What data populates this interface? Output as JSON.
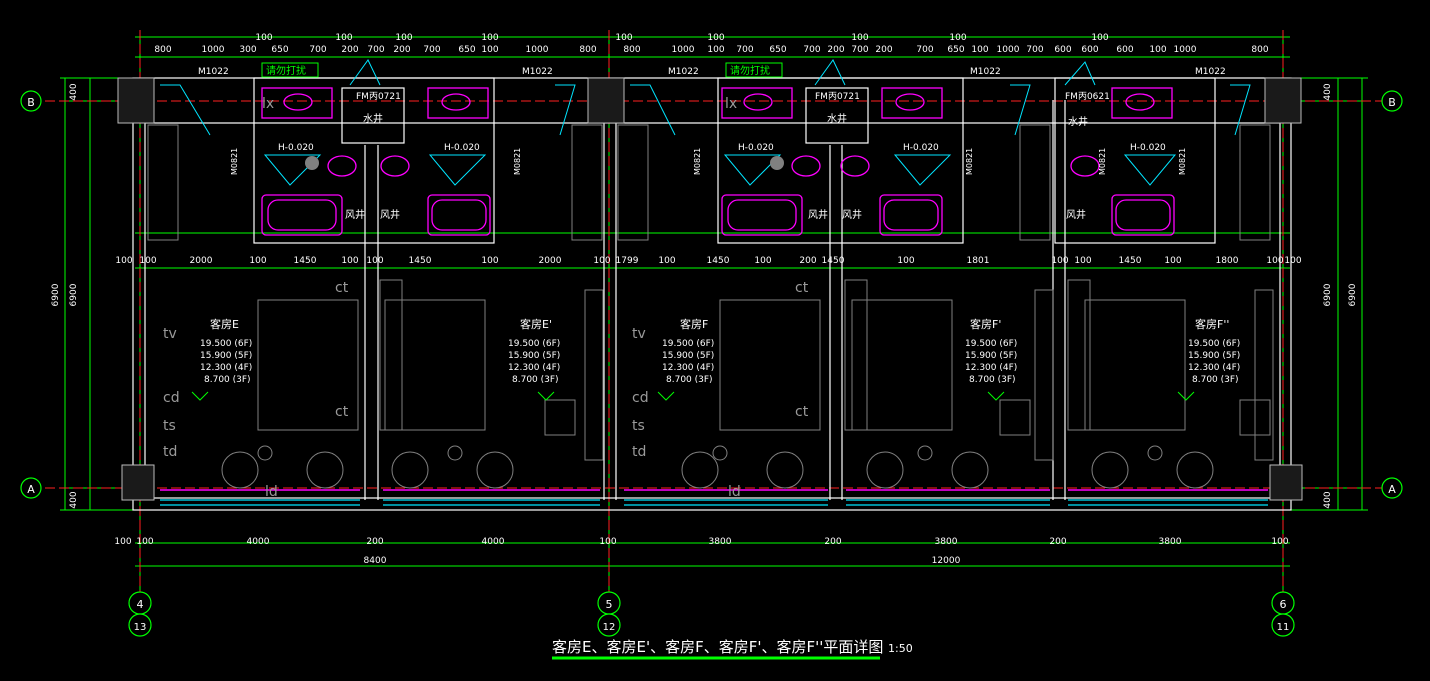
{
  "title": "客房E、客房E'、客房F、客房F'、客房F''平面详图",
  "scale": "1:50",
  "grid_axes": {
    "B": "B",
    "A": "A",
    "c4": "4",
    "c13": "13",
    "c5": "5",
    "c12": "12",
    "c6": "6",
    "c11": "11"
  },
  "top_dims": [
    "800",
    "1000",
    "300",
    "650",
    "700",
    "200",
    "700",
    "200",
    "700",
    "650",
    "100",
    "1000",
    "800",
    "800",
    "1000",
    "100",
    "700",
    "650",
    "700",
    "200",
    "700",
    "200",
    "700",
    "650",
    "100",
    "1000",
    "700",
    "600",
    "600",
    "600",
    "100",
    "1000",
    "800"
  ],
  "top_dims_upper": [
    "100",
    "100",
    "100",
    "100",
    "100",
    "100",
    "100",
    "100",
    "100"
  ],
  "mid_dims": [
    "100",
    "100",
    "2000",
    "100",
    "1450",
    "100",
    "100",
    "1450",
    "100",
    "2000",
    "100",
    "1799",
    "100",
    "1450",
    "100",
    "200",
    "1450",
    "100",
    "1801",
    "100",
    "100",
    "1450",
    "100",
    "1800",
    "100",
    "100"
  ],
  "bottom_dims": [
    "100",
    "100",
    "4000",
    "200",
    "4000",
    "100",
    "3800",
    "200",
    "3800",
    "200",
    "3800",
    "100"
  ],
  "total_dims": [
    "8400",
    "12000"
  ],
  "left_dims": {
    "top": "400",
    "overall": "6900",
    "bottom": "400"
  },
  "right_dims": {
    "top": "400",
    "overall": "6900",
    "bottom": "400"
  },
  "door_labels": [
    "M1022",
    "M1022",
    "M1022",
    "M1022",
    "M1022"
  ],
  "fm_labels": [
    "FM丙0721",
    "FM丙0721",
    "FM丙0621"
  ],
  "warning_labels": [
    "请勿打扰",
    "请勿打扰"
  ],
  "shaft_labels": [
    "水井",
    "水井",
    "水井"
  ],
  "vent_labels": [
    "风井",
    "风井",
    "风井",
    "风井",
    "风井"
  ],
  "floor_level": "H-0.020",
  "bath_door": "M0821",
  "rooms": [
    {
      "name": "客房E",
      "levels": [
        "19.500 (6F)",
        "15.900 (5F)",
        "12.300 (4F)",
        "8.700 (3F)"
      ]
    },
    {
      "name": "客房E'",
      "levels": [
        "19.500 (6F)",
        "15.900 (5F)",
        "12.300 (4F)",
        "8.700 (3F)"
      ]
    },
    {
      "name": "客房F",
      "levels": [
        "19.500 (6F)",
        "15.900 (5F)",
        "12.300 (4F)",
        "8.700 (3F)"
      ]
    },
    {
      "name": "客房F'",
      "levels": [
        "19.500 (6F)",
        "15.900 (5F)",
        "12.300 (4F)",
        "8.700 (3F)"
      ]
    },
    {
      "name": "客房F''",
      "levels": [
        "19.500 (6F)",
        "15.900 (5F)",
        "12.300 (4F)",
        "8.700 (3F)"
      ]
    }
  ],
  "socket_labels": {
    "tv": "tv",
    "cd": "cd",
    "ts": "ts",
    "td": "td",
    "ct": "ct",
    "lx": "lx",
    "ld": "ld"
  },
  "colors": {
    "dim": "#00ff00",
    "wall": "#ffffff",
    "axis": "#ff2020",
    "fixture": "#ff00ff",
    "glass": "#00e5ff",
    "furniture": "#808080",
    "text": "#ffffff"
  }
}
